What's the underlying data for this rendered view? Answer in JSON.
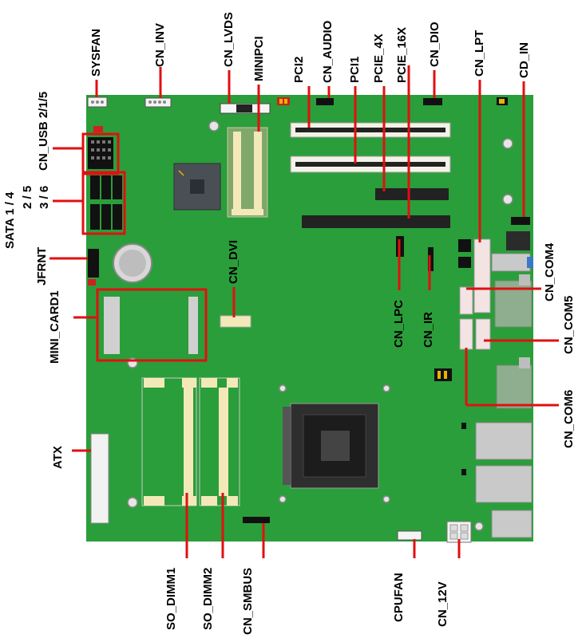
{
  "colors": {
    "board": "#2a9e3a",
    "board_dark": "#1f7a2c",
    "leader": "#e01010",
    "slot_white": "#f2f2e6",
    "slot_black": "#222222",
    "dimm_cream": "#f3e9b8",
    "metal": "#bdbdbd",
    "chip": "#3a3f45",
    "header_black": "#111111",
    "jumper_yellow": "#e8b400",
    "pin_pink": "#f0d0d0"
  },
  "labels": {
    "sysfan": "SYSFAN",
    "cn_inv": "CN_INV",
    "cn_lvds": "CN_LVDS",
    "minipci": "MINIPCI",
    "pci2": "PCI2",
    "cn_audio": "CN_AUDIO",
    "pci1": "PCI1",
    "pcie_4x": "PCIE_4X",
    "pcie_16x": "PCIE_16X",
    "cn_dio": "CN_DIO",
    "cn_lpt": "CN_LPT",
    "cd_in": "CD_IN",
    "cn_usb": "CN_USB 2/1/5",
    "sata_1": "SATA  1 / 4",
    "sata_2": "2 / 5",
    "sata_3": "3 / 6",
    "jfrnt": "JFRNT",
    "mini_card1": "MINI_CARD1",
    "cn_dvi": "CN_DVI",
    "cn_lpc": "CN_LPC",
    "cn_ir": "CN_IR",
    "cn_com4": "CN_COM4",
    "cn_com5": "CN_COM5",
    "cn_com6": "CN_COM6",
    "atx": "ATX",
    "so_dimm1": "SO_DIMM1",
    "so_dimm2": "SO_DIMM2",
    "cn_smbus": "CN_SMBUS",
    "cpufan": "CPUFAN",
    "cn_12v": "CN_12V"
  }
}
